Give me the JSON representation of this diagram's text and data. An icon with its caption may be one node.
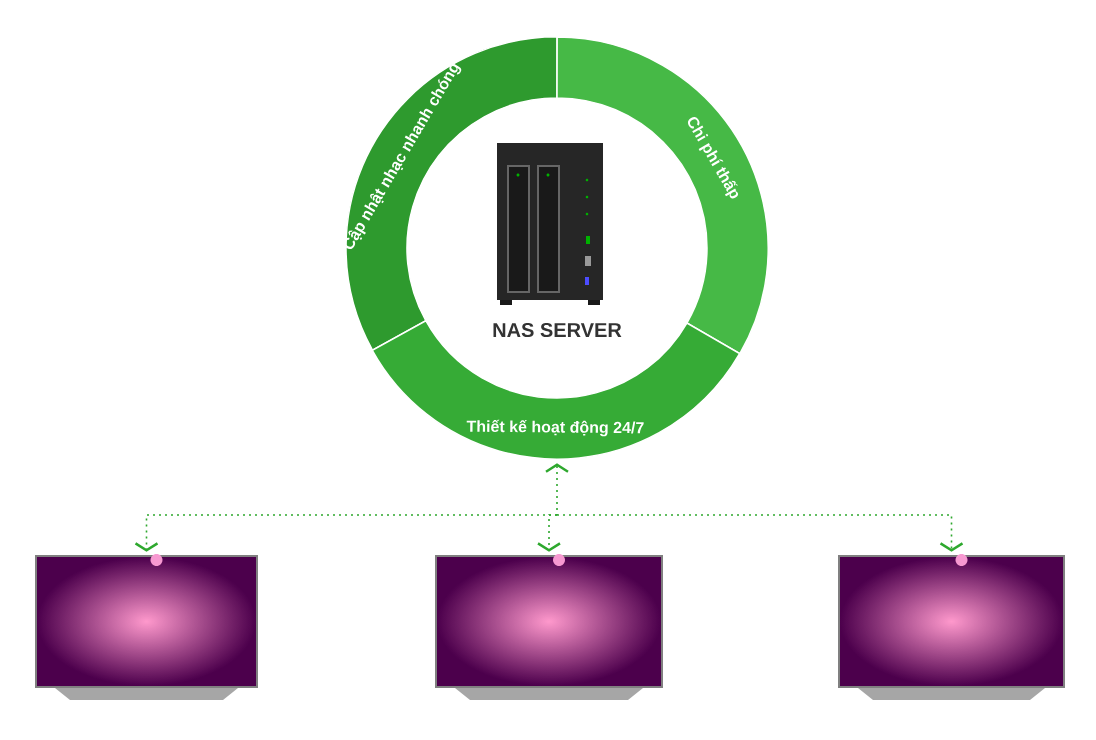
{
  "diagram": {
    "nodes": [
      {
        "text": [
          "NAS SERVER"
        ]
      },
      {
        "text": [
          "Cập nhật nhạc nhanh chóng"
        ],
        "in": 0
      },
      {
        "text": [
          "Chi phí thấp"
        ],
        "in": 0
      },
      {
        "text": [
          "Thiết kế hoạt động 24/7"
        ],
        "in": 0
      },
      {
        "text": [],
        "shape": "picture"
      },
      {
        "text": [],
        "shape": "picture"
      },
      {
        "text": [],
        "shape": "picture"
      }
    ],
    "edges": [
      {
        "from": 0,
        "to": 4,
        "arrow": "both",
        "style": "dashed"
      },
      {
        "from": 0,
        "to": 5,
        "arrow": "both",
        "style": "dashed"
      },
      {
        "from": 0,
        "to": 6,
        "arrow": "both",
        "style": "dashed"
      }
    ]
  }
}
